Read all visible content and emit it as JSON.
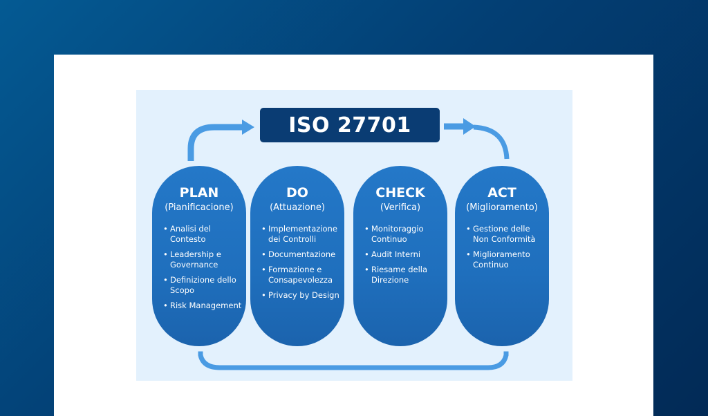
{
  "title": "ISO 27701",
  "colors": {
    "background_dark": "#022a56",
    "background_light": "#045a93",
    "card": "#ffffff",
    "diagram_bg": "#e3f1fd",
    "title_box": "#0a3c73",
    "pill": "#1f6fbd",
    "arrow": "#4a9be3",
    "text_light": "#ffffff"
  },
  "bullet_glyph": "•",
  "phases": [
    {
      "name": "PLAN",
      "subtitle": "(Pianificacione)",
      "items": [
        [
          "Analisi del",
          "Contesto"
        ],
        [
          "Leadership e",
          "Governance"
        ],
        [
          "Definizione dello",
          "Scopo"
        ],
        [
          "Risk Management"
        ]
      ]
    },
    {
      "name": "DO",
      "subtitle": "(Attuazione)",
      "items": [
        [
          "Implementazione",
          "dei Controlli"
        ],
        [
          "Documentazione"
        ],
        [
          "Formazione e",
          "Consapevolezza"
        ],
        [
          "Privacy by Design"
        ]
      ]
    },
    {
      "name": "CHECK",
      "subtitle": "(Verifica)",
      "items": [
        [
          "Monitoraggio",
          "Continuo"
        ],
        [
          "Audit Interni"
        ],
        [
          "Riesame della",
          "Direzione"
        ]
      ]
    },
    {
      "name": "ACT",
      "subtitle": "(Miglioramento)",
      "items": [
        [
          "Gestione delle",
          "Non Conformità"
        ],
        [
          "Miglioramento",
          "Continuo"
        ]
      ]
    }
  ],
  "arrows": [
    {
      "from": "PLAN",
      "to": "ISO 27701",
      "shape": "curved-up-right"
    },
    {
      "from": "ISO 27701",
      "to": "ACT",
      "shape": "right-then-curved-down"
    },
    {
      "from": "ACT",
      "to": "PLAN",
      "shape": "bottom-connector"
    }
  ]
}
